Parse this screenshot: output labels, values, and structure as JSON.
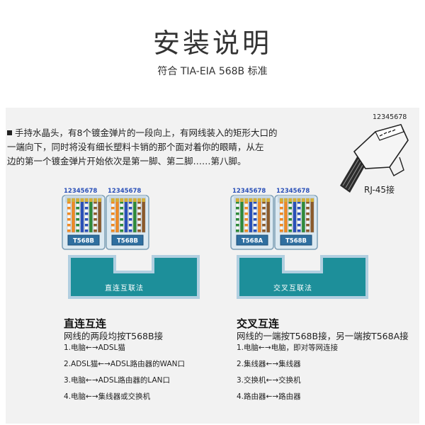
{
  "header": {
    "title": "安装说明",
    "subtitle": "符合 TIA-EIA 568B 标准"
  },
  "instruction": {
    "lines": [
      "手持水晶头，有8个镀金弹片的一段向上，有网线装入的矩形大口的",
      "一端向下，同时将没有细长塑料卡销的那个面对着你的眼睛，从左",
      "边的第一个镀金弹片开始依次是第一脚、第二脚……第八脚。"
    ]
  },
  "rj45": {
    "pins_label": "12345678",
    "caption": "RJ-45接"
  },
  "diagrams": {
    "pin_numbers": "12345678",
    "straight": {
      "left_plug": "T568B",
      "right_plug": "T568B",
      "band_label": "直连互联法"
    },
    "crossover": {
      "left_plug": "T568A",
      "right_plug": "T568B",
      "band_label": "交叉互联法"
    }
  },
  "colors": {
    "teal": "#1d8f9a",
    "band_border": "#b1cfe0",
    "plug_body": "#dce9f1",
    "label_box": "#2f6fa0",
    "orange": "#f08a24",
    "green": "#2e8b3a",
    "blue": "#2a50b8",
    "brown": "#8b5a2b",
    "white": "#f8f8f8"
  },
  "straight_section": {
    "title": "直连互连",
    "subtitle": "网线的两段均按T568B接",
    "items": [
      "1.电脑←→ADSL猫",
      "2.ADSL猫←→ADSL路由器的WAN口",
      "3.电脑←→ADSL路由器的LAN口",
      "4.电脑←→集线器或交换机"
    ]
  },
  "crossover_section": {
    "title": "交叉互连",
    "subtitle": "网线的一端按T568B接，另一端按T568A接",
    "items": [
      "1.电脑←→电脑，即对等网连接",
      "2.集线器←→集线器",
      "3.交换机←→交换机",
      "4.路由器←→路由器"
    ]
  }
}
